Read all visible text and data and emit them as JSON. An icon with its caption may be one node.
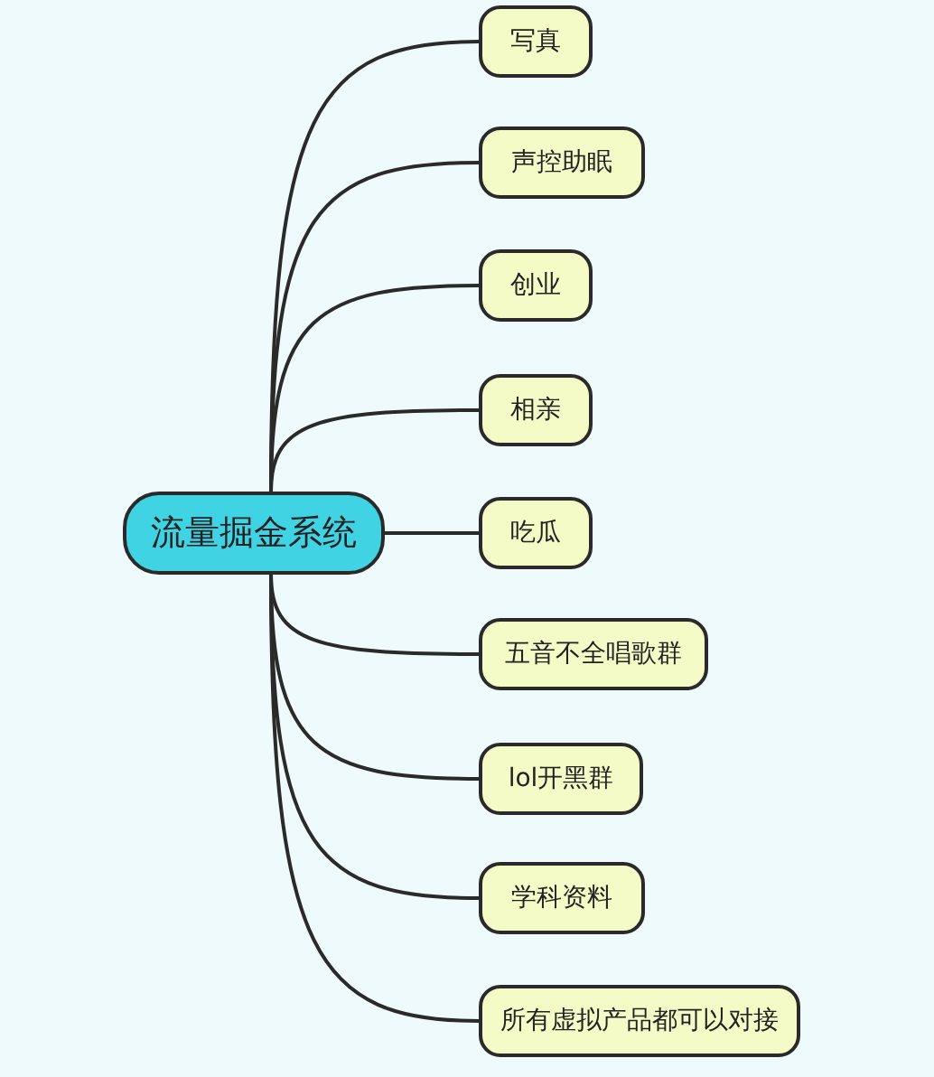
{
  "diagram": {
    "nodes": [
      {
        "text": [
          "流量掘金系统"
        ]
      },
      {
        "text": [
          "写真"
        ]
      },
      {
        "text": [
          "声控助眠"
        ]
      },
      {
        "text": [
          "创业"
        ]
      },
      {
        "text": [
          "相亲"
        ]
      },
      {
        "text": [
          "吃瓜"
        ]
      },
      {
        "text": [
          "五音不全唱歌群"
        ]
      },
      {
        "text": [
          "lol开黑群"
        ]
      },
      {
        "text": [
          "学科资料"
        ]
      },
      {
        "text": [
          "所有虚拟产品都可以对接"
        ]
      }
    ],
    "edges": [
      {
        "from": 0,
        "to": 1,
        "arrow": "none"
      },
      {
        "from": 0,
        "to": 2,
        "arrow": "none"
      },
      {
        "from": 0,
        "to": 3,
        "arrow": "none"
      },
      {
        "from": 0,
        "to": 4,
        "arrow": "none"
      },
      {
        "from": 0,
        "to": 5,
        "arrow": "none"
      },
      {
        "from": 0,
        "to": 6,
        "arrow": "none"
      },
      {
        "from": 0,
        "to": 7,
        "arrow": "none"
      },
      {
        "from": 0,
        "to": 8,
        "arrow": "none"
      },
      {
        "from": 0,
        "to": 9,
        "arrow": "none"
      }
    ]
  }
}
